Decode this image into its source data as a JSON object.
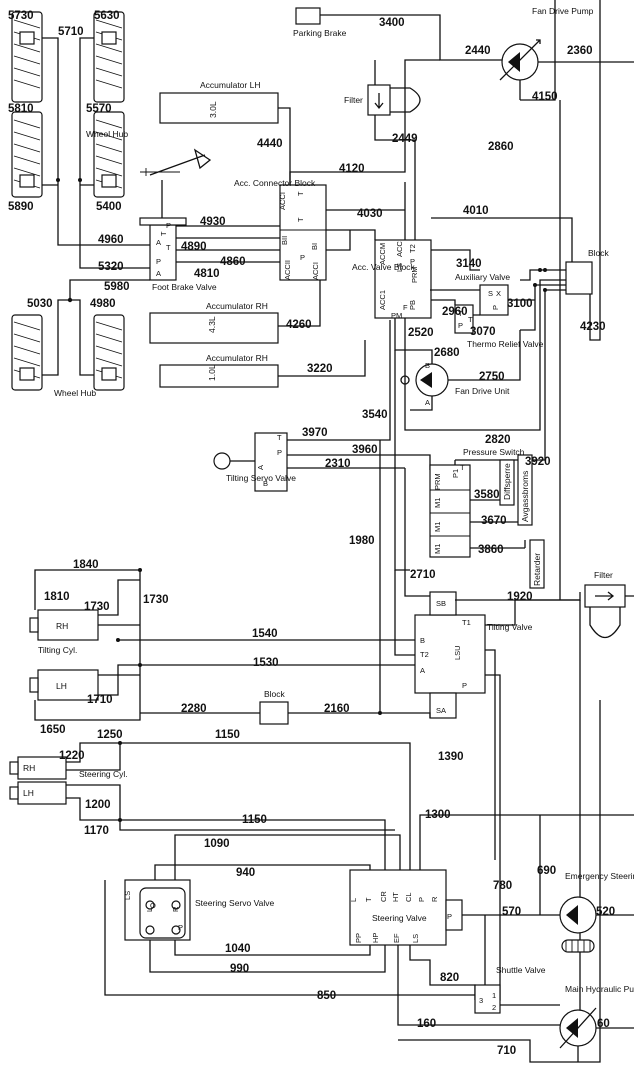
{
  "line_numbers": [
    "5730",
    "5630",
    "5710",
    "5810",
    "5570",
    "5890",
    "5400",
    "4960",
    "5320",
    "5980",
    "5030",
    "4980",
    "3400",
    "2440",
    "2360",
    "4150",
    "2449",
    "2860",
    "4440",
    "4120",
    "4930",
    "4890",
    "4860",
    "4810",
    "4030",
    "4010",
    "3140",
    "2960",
    "3070",
    "3100",
    "4230",
    "4260",
    "2520",
    "2680",
    "2750",
    "3220",
    "3540",
    "3970",
    "3960",
    "2310",
    "2820",
    "3920",
    "3580",
    "3670",
    "3860",
    "1980",
    "2710",
    "1840",
    "1810",
    "1730",
    "1730",
    "1920",
    "1540",
    "1530",
    "1710",
    "2280",
    "2160",
    "1650",
    "1250",
    "1150",
    "1220",
    "1390",
    "1200",
    "1170",
    "1150",
    "1300",
    "1090",
    "940",
    "780",
    "690",
    "570",
    "520",
    "1040",
    "990",
    "820",
    "850",
    "160",
    "60",
    "710"
  ],
  "labels": {
    "parking_brake": "Parking Brake",
    "fan_drive_pump": "Fan Drive Pump",
    "filter_top": "Filter",
    "accumulator_lh": "Accumulator LH",
    "acc_lh_size": "3.0L",
    "wheel_hub_top": "Wheel Hub",
    "acc_connector_block": "Acc. Connector Block",
    "foot_brake_valve": "Foot Brake Valve",
    "acc_valve_block": "Acc. Valve Block",
    "auxiliary_valve": "Auxiliary Valve",
    "thermo_relief_valve": "Thermo Relief Valve",
    "block_right": "Block",
    "accumulator_rh_1": "Accumulator RH",
    "acc_rh_size_1": "4.3L",
    "accumulator_rh_2": "Accumulator RH",
    "acc_rh_size_2": "1.0L",
    "wheel_hub_bottom": "Wheel Hub",
    "fan_drive_unit": "Fan Drive Unit",
    "tilting_servo_valve": "Tilting Servo Valve",
    "pressure_switch": "Pressure Switch",
    "diffsperre": "Diffsperre",
    "avgassbroms": "Avgassbroms",
    "retarder": "Retarder",
    "filter_right": "Filter",
    "tilting_cyl": "Tilting Cyl.",
    "rh": "RH",
    "lh": "LH",
    "tilting_valve": "Tilting Valve",
    "block_mid": "Block",
    "steering_cyl": "Steering Cyl.",
    "steering_rh": "RH",
    "steering_lh": "LH",
    "steering_servo_valve": "Steering Servo Valve",
    "steering_valve": "Steering Valve",
    "emergency_steering_pump": "Emergency Steering Pump",
    "shuttle_valve": "Shuttle Valve",
    "main_hydraulic_pump": "Main Hydraulic Pump"
  },
  "ports": {
    "acc_conn": [
      "ACCI",
      "T",
      "BII",
      "T",
      "P",
      "BI",
      "ACCII",
      "ACCI"
    ],
    "foot": [
      "A",
      "P",
      "T",
      "P",
      "T",
      "A"
    ],
    "acc_valve": [
      "ACCM",
      "ACC",
      "ACC1",
      "T2",
      "LS",
      "PRM",
      "P",
      "PM",
      "F",
      "PB"
    ],
    "aux": [
      "S",
      "X",
      "P",
      "T",
      "P",
      "T"
    ],
    "fan_unit": [
      "B",
      "A"
    ],
    "servo": [
      "T",
      "P",
      "A",
      "B"
    ],
    "press_block": [
      "PRM",
      "P1",
      "T",
      "M1",
      "M1",
      "M1"
    ],
    "tilting": [
      "SB",
      "B",
      "T2",
      "A",
      "SA",
      "T1",
      "LSU",
      "P"
    ],
    "steering_valve": [
      "L",
      "T",
      "CR",
      "HT",
      "CL",
      "P",
      "R",
      "PP",
      "HP",
      "EF",
      "LS",
      "P"
    ],
    "servo_valve": [
      "LS",
      "L",
      "O",
      "R",
      "P"
    ],
    "shuttle": [
      "3",
      "1",
      "2"
    ]
  }
}
